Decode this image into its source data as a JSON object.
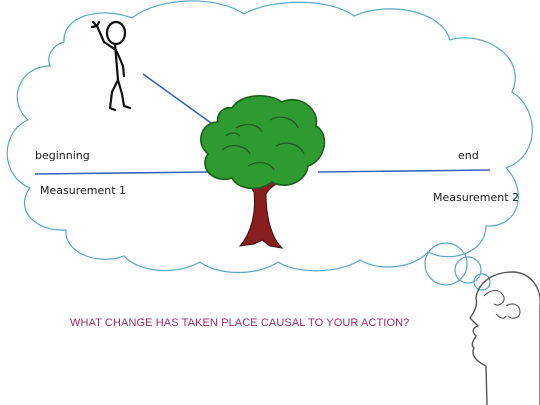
{
  "labels": {
    "beginning": "beginning",
    "end": "end",
    "measurement_1": "Measurement 1",
    "measurement_2": "Measurement 2"
  },
  "question": "WHAT CHANGE HAS TAKEN PLACE CAUSAL TO YOUR ACTION?",
  "colors": {
    "cloud_outline": "#5ba7c6",
    "baseline": "#3a64b8",
    "arrow": "#3a64b8",
    "question_text": "#9b2d6b",
    "tree_foliage": "#2f9a2f",
    "tree_trunk": "#8a1e1e",
    "figure_stroke": "#111111"
  },
  "icons": [
    "thought-cloud",
    "stick-figure-waving",
    "tree",
    "thinking-head"
  ]
}
